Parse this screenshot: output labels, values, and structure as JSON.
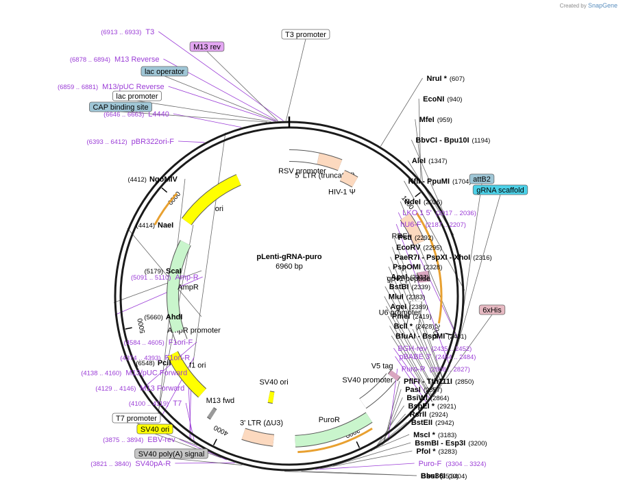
{
  "credit": {
    "prefix": "Created by",
    "brand": "SnapGene"
  },
  "plasmid": {
    "name": "pLenti-gRNA-puro",
    "length": "6960 bp",
    "total": 6960
  },
  "ticks": [
    "1000",
    "2000",
    "3000",
    "4000",
    "5000",
    "6000"
  ],
  "colors": {
    "primer": "#9a3bd6",
    "backbone": "#1a1a1a",
    "ori": "#ffff00",
    "ampr": "#c9f5cc",
    "puror": "#c9f5cc",
    "ltr": "#fcd9bf",
    "highlight": "#e8a030"
  },
  "sites_right": [
    {
      "name": "NruI *",
      "pos": "(607)",
      "bp": 607
    },
    {
      "name": "EcoNI",
      "pos": "(940)",
      "bp": 940
    },
    {
      "name": "MfeI",
      "pos": "(959)",
      "bp": 959
    },
    {
      "name": "BbvCI  -  Bpu10I",
      "pos": "(1194)",
      "bp": 1194
    },
    {
      "name": "AleI",
      "pos": "(1347)",
      "bp": 1347
    },
    {
      "name": "KflI  -  PpuMI",
      "pos": "(1704)",
      "bp": 1704
    },
    {
      "name": "NdeI",
      "pos": "(2026)",
      "bp": 2026
    },
    {
      "name": "PstI",
      "pos": "(2292)",
      "bp": 2292
    },
    {
      "name": "EcoRV",
      "pos": "(2295)",
      "bp": 2295
    },
    {
      "name": "PaeR7I  -  PspXI  -  XhoI",
      "pos": "(2316)",
      "bp": 2316
    },
    {
      "name": "PspOMI",
      "pos": "(2328)",
      "bp": 2328
    },
    {
      "name": "ApaI",
      "pos": "(2332)",
      "bp": 2332
    },
    {
      "name": "BstBI",
      "pos": "(2339)",
      "bp": 2339
    },
    {
      "name": "MluI",
      "pos": "(2383)",
      "bp": 2383
    },
    {
      "name": "AgeI",
      "pos": "(2389)",
      "bp": 2389
    },
    {
      "name": "PmeI",
      "pos": "(2419)",
      "bp": 2419
    },
    {
      "name": "BclI *",
      "pos": "(2428)",
      "bp": 2428
    },
    {
      "name": "BfuAI  -  BspMI",
      "pos": "(2431)",
      "bp": 2431
    },
    {
      "name": "PflFI  -  Tth111I",
      "pos": "(2850)",
      "bp": 2850
    },
    {
      "name": "PasI",
      "pos": "(2857)",
      "bp": 2857
    },
    {
      "name": "BsiWI",
      "pos": "(2864)",
      "bp": 2864
    },
    {
      "name": "BspEI *",
      "pos": "(2921)",
      "bp": 2921
    },
    {
      "name": "RsrII",
      "pos": "(2924)",
      "bp": 2924
    },
    {
      "name": "BstEII",
      "pos": "(2942)",
      "bp": 2942
    },
    {
      "name": "MscI *",
      "pos": "(3183)",
      "bp": 3183
    },
    {
      "name": "BsmBI  -  Esp3I",
      "pos": "(3200)",
      "bp": 3200
    },
    {
      "name": "PfoI *",
      "pos": "(3283)",
      "bp": 3283
    },
    {
      "name": "Bsu36I",
      "pos": "(3404)",
      "bp": 3404
    },
    {
      "name": "BbsI",
      "pos": "(3510)",
      "bp": 3510
    }
  ],
  "sites_left": [
    {
      "name": "NgoMIV",
      "pos": "(4412)",
      "bp": 4412
    },
    {
      "name": "NaeI",
      "pos": "(4414)",
      "bp": 4414
    },
    {
      "name": "ScaI",
      "pos": "(5179)",
      "bp": 5179
    },
    {
      "name": "AhdI",
      "pos": "(5660)",
      "bp": 5660
    },
    {
      "name": "PciI",
      "pos": "(6548)",
      "bp": 6548
    }
  ],
  "primers_right": [
    {
      "name": "LKO.1 5'",
      "pos": "(2017 .. 2036)",
      "bp": 2026
    },
    {
      "name": "hU6-F",
      "pos": "(2187 .. 2207)",
      "bp": 2197
    },
    {
      "name": "BGH-rev",
      "pos": "(2435 .. 2452)",
      "bp": 2443
    },
    {
      "name": "pBABE 3'",
      "pos": "(2464 .. 2484)",
      "bp": 2474
    },
    {
      "name": "Puro-R",
      "pos": "(2808 .. 2827)",
      "bp": 2817
    },
    {
      "name": "Puro-F",
      "pos": "(3304 .. 3324)",
      "bp": 3314
    }
  ],
  "primers_left": [
    {
      "name": "T3",
      "pos": "(6913 .. 6933)",
      "bp": 6923
    },
    {
      "name": "M13 Reverse",
      "pos": "(6878 .. 6894)",
      "bp": 6886
    },
    {
      "name": "M13/pUC Reverse",
      "pos": "(6859 .. 6881)",
      "bp": 6870
    },
    {
      "name": "L4440",
      "pos": "(6646 .. 6663)",
      "bp": 6654
    },
    {
      "name": "pBR322ori-F",
      "pos": "(6393 .. 6412)",
      "bp": 6402
    },
    {
      "name": "Amp-R",
      "pos": "(5091 .. 5110)",
      "bp": 5100
    },
    {
      "name": "F1ori-F",
      "pos": "(4584 .. 4605)",
      "bp": 4594
    },
    {
      "name": "F1ori-R",
      "pos": "(4374 .. 4393)",
      "bp": 4383
    },
    {
      "name": "M13/pUC Forward",
      "pos": "(4138 .. 4160)",
      "bp": 4149
    },
    {
      "name": "M13 Forward",
      "pos": "(4129 .. 4146)",
      "bp": 4137
    },
    {
      "name": "T7",
      "pos": "(4100 .. 4119)",
      "bp": 4109
    },
    {
      "name": "EBV-rev",
      "pos": "(3875 .. 3894)",
      "bp": 3884
    },
    {
      "name": "SV40pA-R",
      "pos": "(3821 .. 3840)",
      "bp": 3830
    }
  ],
  "boxed_labels": [
    {
      "name": "T3 promoter",
      "bp": 6940,
      "fill": "#ffffff"
    },
    {
      "name": "M13 rev",
      "bp": 6890,
      "fill": "#e3a6f2"
    },
    {
      "name": "lac operator",
      "bp": 6878,
      "fill": "#9fc6d6"
    },
    {
      "name": "lac promoter",
      "bp": 6845,
      "fill": "#ffffff"
    },
    {
      "name": "CAP binding site",
      "bp": 6820,
      "fill": "#9fc6d6"
    },
    {
      "name": "attB2",
      "bp": 2035,
      "fill": "#9fc6d6"
    },
    {
      "name": "gRNA scaffold",
      "bp": 2060,
      "fill": "#4cd1e8"
    },
    {
      "name": "6xHis",
      "bp": 2410,
      "fill": "#e6b9c2"
    },
    {
      "name": "T7 promoter",
      "bp": 4090,
      "fill": "#ffffff"
    },
    {
      "name": "SV40 ori",
      "bp": 3920,
      "fill": "#ffff00"
    },
    {
      "name": "SV40 poly(A) signal",
      "bp": 3780,
      "fill": "#c6c6c6"
    }
  ],
  "features": [
    {
      "name": "RSV promoter",
      "start": 0,
      "end": 230
    },
    {
      "name": "5' LTR (truncated)",
      "start": 230,
      "end": 410
    },
    {
      "name": "HIV-1 Ψ",
      "start": 460,
      "end": 580
    },
    {
      "name": "RRE",
      "start": 1075,
      "end": 1310
    },
    {
      "name": "gp41 peptide",
      "start": 1540,
      "end": 1625
    },
    {
      "name": "U6 promoter",
      "start": 1785,
      "end": 2030
    },
    {
      "name": "V5 tag",
      "start": 2436,
      "end": 2478
    },
    {
      "name": "SV40 promoter",
      "start": 2485,
      "end": 2815
    },
    {
      "name": "PuroR",
      "start": 2835,
      "end": 3434
    },
    {
      "name": "3' LTR (ΔU3)",
      "start": 3600,
      "end": 3835
    },
    {
      "name": "M13 fwd",
      "start": 4110,
      "end": 4140
    },
    {
      "name": "f1 ori",
      "start": 4290,
      "end": 4710
    },
    {
      "name": "AmpR promoter",
      "start": 4780,
      "end": 4885
    },
    {
      "name": "AmpR",
      "start": 4885,
      "end": 5745
    },
    {
      "name": "ori",
      "start": 5915,
      "end": 6505
    },
    {
      "name": "SV40 ori",
      "start": 3650,
      "end": 3700
    }
  ]
}
